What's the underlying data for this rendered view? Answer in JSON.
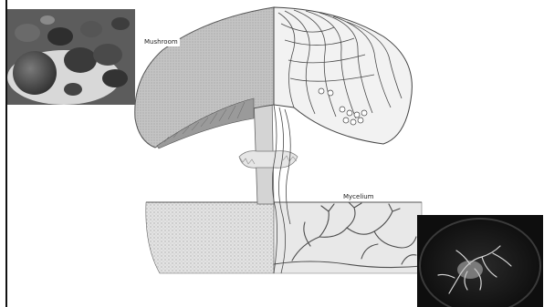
{
  "labels": {
    "mushroom": "Mushroom",
    "mycelium": "Mycelium"
  },
  "photos": {
    "top_left": "photo of harvested mushrooms",
    "bottom_right": "photo of mycelium growth in dish"
  },
  "colors": {
    "background": "#ffffff",
    "cap": "#bdbdbd",
    "gills": "#8c8c8c",
    "stem": "#d0d0d0",
    "soil": "#d9d9d9",
    "hyphae": "#555555"
  }
}
